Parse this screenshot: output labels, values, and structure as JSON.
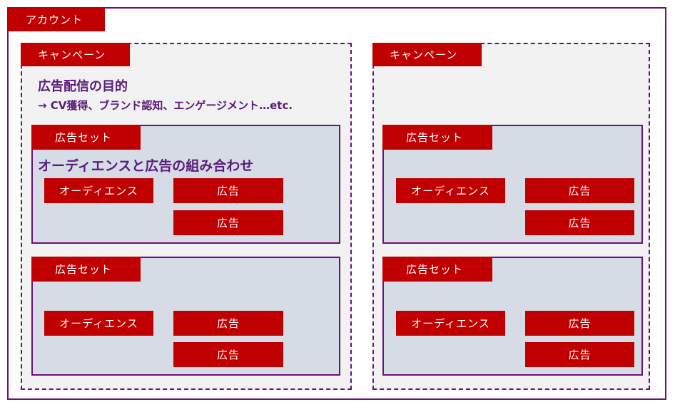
{
  "account": {
    "label": "アカウント"
  },
  "campaigns": [
    {
      "label": "キャンペーン",
      "objective_title": "広告配信の目的",
      "objective_detail": "→ CV獲得、ブランド認知、エンゲージメント…etc.",
      "adsets": [
        {
          "label": "広告セット",
          "note": "オーディエンスと広告の組み合わせ",
          "audience": "オーディエンス",
          "ads": [
            "広告",
            "広告"
          ]
        },
        {
          "label": "広告セット",
          "audience": "オーディエンス",
          "ads": [
            "広告",
            "広告"
          ]
        }
      ]
    },
    {
      "label": "キャンペーン",
      "adsets": [
        {
          "label": "広告セット",
          "audience": "オーディエンス",
          "ads": [
            "広告",
            "広告"
          ]
        },
        {
          "label": "広告セット",
          "audience": "オーディエンス",
          "ads": [
            "広告",
            "広告"
          ]
        }
      ]
    }
  ],
  "colors": {
    "accent_red": "#c00000",
    "border_purple": "#6b0f7a",
    "campaign_bg": "#f2f2f2",
    "adset_bg": "#d6dce5",
    "heading_text": "#5a1a7a"
  }
}
